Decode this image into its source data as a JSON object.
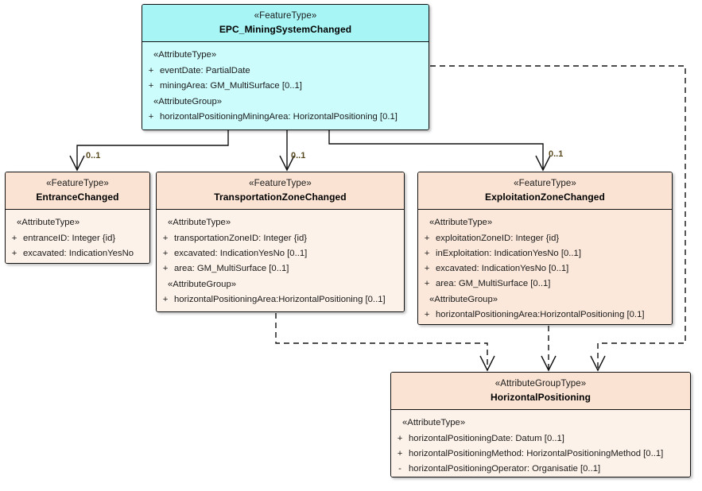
{
  "diagram": {
    "title": "EPC Mining System Changed UML class diagram",
    "colors": {
      "feature_fill": "#ccfcfc",
      "feature_header": "#a8f5f5",
      "type_fill": "#fdf2e9",
      "type_header": "#fae3d2",
      "line": "#111111",
      "multiplicity_text": "#5a4a20"
    },
    "classes": [
      {
        "id": "epc",
        "stereotype": "«FeatureType»",
        "name": "EPC_MiningSystemChanged",
        "compartments": [
          {
            "group": "«AttributeType»",
            "attributes": [
              {
                "visibility": "+",
                "text": "eventDate: PartialDate"
              },
              {
                "visibility": "+",
                "text": "miningArea: GM_MultiSurface [0..1]"
              }
            ]
          },
          {
            "group": "«AttributeGroup»",
            "attributes": [
              {
                "visibility": "+",
                "text": "horizontalPositioningMiningArea: HorizontalPositioning [0.1]"
              }
            ]
          }
        ]
      },
      {
        "id": "entrance",
        "stereotype": "«FeatureType»",
        "name": "EntranceChanged",
        "compartments": [
          {
            "group": "«AttributeType»",
            "attributes": [
              {
                "visibility": "+",
                "text": "entranceID: Integer {id}"
              },
              {
                "visibility": "+",
                "text": "excavated: IndicationYesNo"
              }
            ]
          }
        ]
      },
      {
        "id": "transportation",
        "stereotype": "«FeatureType»",
        "name": "TransportationZoneChanged",
        "compartments": [
          {
            "group": "«AttributeType»",
            "attributes": [
              {
                "visibility": "+",
                "text": "transportationZoneID: Integer {id}"
              },
              {
                "visibility": "+",
                "text": "excavated: IndicationYesNo [0..1]"
              },
              {
                "visibility": "+",
                "text": "area: GM_MultiSurface [0..1]"
              }
            ]
          },
          {
            "group": "«AttributeGroup»",
            "attributes": [
              {
                "visibility": "+",
                "text": "horizontalPositioningArea:HorizontalPositioning [0..1]"
              }
            ]
          }
        ]
      },
      {
        "id": "exploitation",
        "stereotype": "«FeatureType»",
        "name": "ExploitationZoneChanged",
        "compartments": [
          {
            "group": "«AttributeType»",
            "attributes": [
              {
                "visibility": "+",
                "text": "exploitationZoneID: Integer {id}"
              },
              {
                "visibility": "+",
                "text": "inExploitation: IndicationYesNo [0..1]"
              },
              {
                "visibility": "+",
                "text": "excavated: IndicationYesNo [0..1]"
              },
              {
                "visibility": "+",
                "text": "area: GM_MultiSurface [0..1]"
              }
            ]
          },
          {
            "group": "«AttributeGroup»",
            "attributes": [
              {
                "visibility": "+",
                "text": "horizontalPositioningArea:HorizontalPositioning [0.1]"
              }
            ]
          }
        ]
      },
      {
        "id": "horizontal",
        "stereotype": "«AttributeGroupType»",
        "name": "HorizontalPositioning",
        "compartments": [
          {
            "group": "«AttributeType»",
            "attributes": [
              {
                "visibility": "+",
                "text": "horizontalPositioningDate: Datum [0..1]"
              },
              {
                "visibility": "+",
                "text": "horizontalPositioningMethod: HorizontalPositioningMethod [0..1]"
              },
              {
                "visibility": "-",
                "text": "horizontalPositioningOperator: Organisatie [0..1]"
              }
            ]
          }
        ]
      }
    ],
    "connectors": [
      {
        "id": "epc-entrance",
        "from": "epc",
        "to": "entrance",
        "style": "solid",
        "arrow": "open",
        "multiplicity": "0..1"
      },
      {
        "id": "epc-transportation",
        "from": "epc",
        "to": "transportation",
        "style": "solid",
        "arrow": "open",
        "multiplicity": "0..1"
      },
      {
        "id": "epc-exploitation",
        "from": "epc",
        "to": "exploitation",
        "style": "solid",
        "arrow": "open",
        "multiplicity": "0..1"
      },
      {
        "id": "transportation-horizontal",
        "from": "transportation",
        "to": "horizontal",
        "style": "dashed",
        "arrow": "open",
        "multiplicity": ""
      },
      {
        "id": "exploitation-horizontal",
        "from": "exploitation",
        "to": "horizontal",
        "style": "dashed",
        "arrow": "open",
        "multiplicity": ""
      },
      {
        "id": "epc-horizontal",
        "from": "epc",
        "to": "horizontal",
        "style": "dashed",
        "arrow": "open",
        "multiplicity": ""
      }
    ],
    "multiplicity_labels": [
      {
        "id": "mult-entrance",
        "text": "0..1"
      },
      {
        "id": "mult-transportation",
        "text": "0..1"
      },
      {
        "id": "mult-exploitation",
        "text": "0..1"
      }
    ]
  }
}
